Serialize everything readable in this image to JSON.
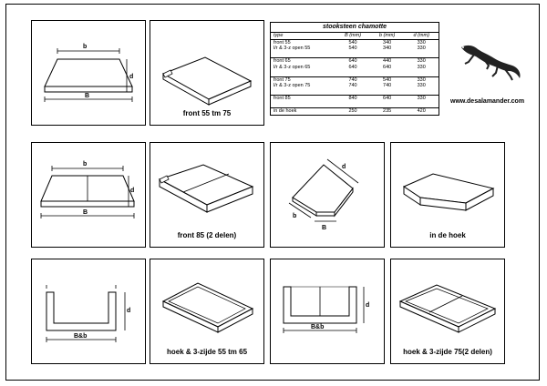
{
  "captions": {
    "p2": "front 55 tm 75",
    "p6": "front 85 (2 delen)",
    "p8": "in de hoek",
    "p10": "hoek & 3-zijde 55 tm 65",
    "p12": "hoek & 3-zijde 75(2 delen)"
  },
  "dims": {
    "b": "b",
    "B": "B",
    "d": "d",
    "Bb": "B&b"
  },
  "table": {
    "title": "stooksteen chamotte",
    "headers": [
      "type",
      "B (mm)",
      "b (mm)",
      "d (mm)"
    ],
    "groups": [
      [
        [
          "front 55",
          "540",
          "340",
          "330"
        ],
        [
          "l/r & 3-z open 55",
          "540",
          "340",
          "330"
        ]
      ],
      [
        [
          "front 65",
          "640",
          "440",
          "330"
        ],
        [
          "l/r & 3-z open 65",
          "640",
          "640",
          "330"
        ]
      ],
      [
        [
          "front 75",
          "740",
          "540",
          "330"
        ],
        [
          "l/r & 3-z open 75",
          "740",
          "740",
          "330"
        ]
      ],
      [
        [
          "front 85",
          "840",
          "640",
          "330"
        ]
      ],
      [
        [
          "in de hoek",
          "250",
          "235",
          "420"
        ]
      ]
    ]
  },
  "brand": {
    "website": "www.desalamander.com"
  }
}
